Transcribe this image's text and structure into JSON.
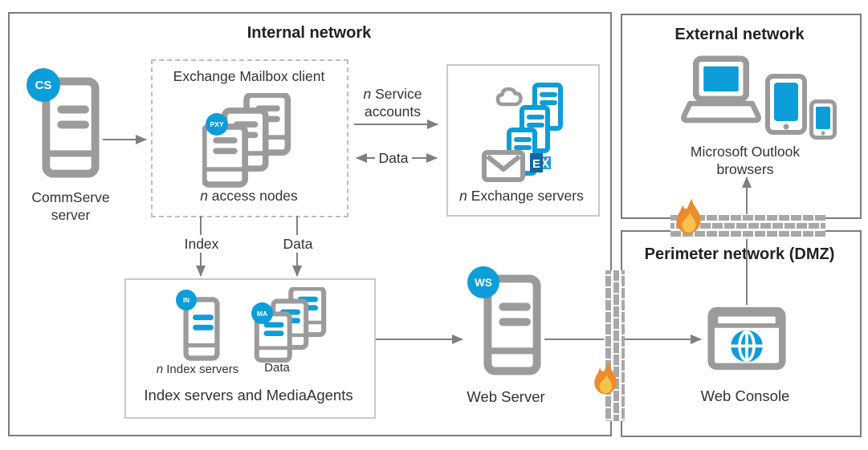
{
  "colors": {
    "accent_blue": "#0d9dd9",
    "icon_gray": "#9b9b9b",
    "arrow_gray": "#7f7f7f",
    "brick_gray": "#a8a8a8",
    "exchange_logo_dark": "#1565a7",
    "exchange_logo_light": "#2b9cd8",
    "flame_orange": "#ec8b2d",
    "flame_yellow": "#f6c44d"
  },
  "internal_network": {
    "title": "Internal network",
    "commserve": {
      "badge": "CS",
      "label_line1": "CommServe",
      "label_line2": "server"
    },
    "mailbox_client": {
      "title": "Exchange Mailbox client",
      "badge": "PXY",
      "label_italic": "n",
      "label_rest": " access nodes"
    },
    "exchange_servers": {
      "label_italic": "n",
      "label_rest": " Exchange servers",
      "logo_text": "E"
    },
    "index_media_box": {
      "in_badge": "IN",
      "ma_badge": "MA",
      "index_label_italic": "n",
      "index_label_rest": " Index servers",
      "ma_data_label": "Data",
      "caption": "Index servers and MediaAgents"
    },
    "web_server": {
      "badge": "WS",
      "label": "Web Server"
    }
  },
  "external_network": {
    "title": "External network",
    "devices_label_line1": "Microsoft Outlook",
    "devices_label_line2": "browsers"
  },
  "perimeter_network": {
    "title": "Perimeter network (DMZ)",
    "web_console_label": "Web Console"
  },
  "connectors": {
    "service_accounts_italic": "n",
    "service_accounts_line1": " Service",
    "service_accounts_line2": "accounts",
    "data_bidirectional_label": "Data",
    "index_down_label": "Index",
    "data_down_label": "Data"
  }
}
